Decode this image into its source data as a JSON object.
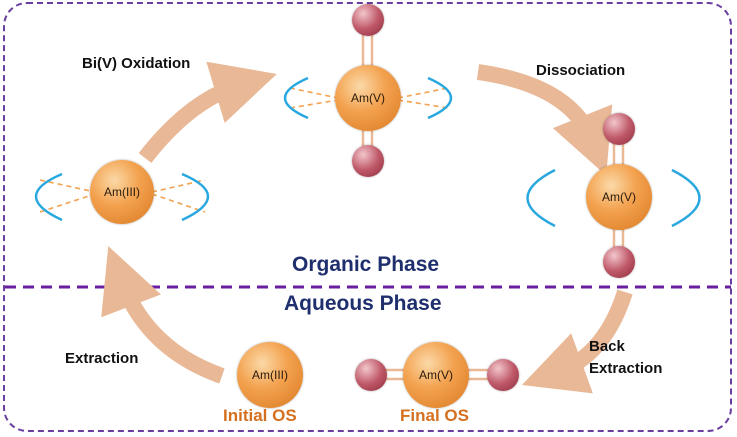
{
  "steps": {
    "oxidation": "Bi(V) Oxidation",
    "dissociation": "Dissociation",
    "back_extraction_line1": "Back",
    "back_extraction_line2": "Extraction",
    "extraction": "Extraction"
  },
  "phases": {
    "organic": "Organic Phase",
    "aqueous": "Aqueous Phase"
  },
  "species": {
    "am3_organic": "Am(III)",
    "amv_complex": "Am(V)",
    "amv_dissociated": "Am(V)",
    "amv_final": "Am(V)",
    "am3_initial": "Am(III)"
  },
  "os_labels": {
    "initial": "Initial OS",
    "final": "Final OS"
  },
  "colors": {
    "frame": "#6a3fa0",
    "phase_divider": "#6a1fa0",
    "phase_text": "#1f2f6e",
    "arrow": "#e9b896",
    "am_atom": "#f3a24f",
    "oxygen_atom": "#c05a6a",
    "ligand_arc": "#29a8e0",
    "os_text": "#d4701f"
  }
}
